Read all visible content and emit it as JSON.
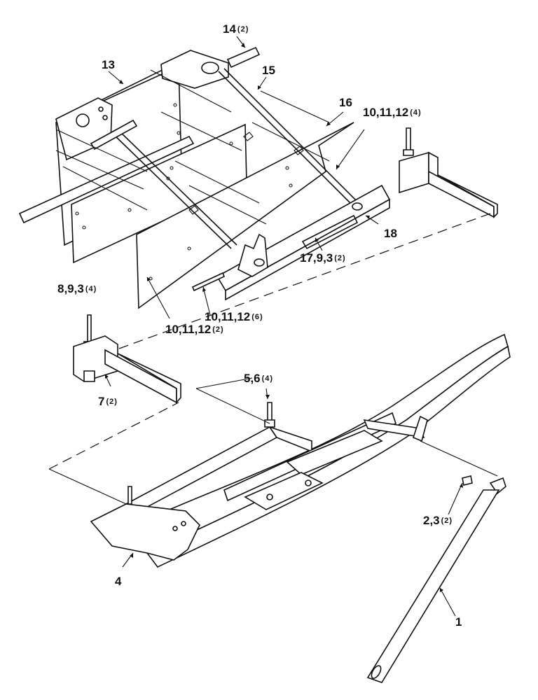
{
  "callouts": {
    "c14": {
      "num": "14",
      "qty": "(2)"
    },
    "c13": {
      "num": "13",
      "qty": ""
    },
    "c15": {
      "num": "15",
      "qty": ""
    },
    "c16": {
      "num": "16",
      "qty": ""
    },
    "c10a": {
      "num": "10,11,12",
      "qty": "(4)"
    },
    "c18": {
      "num": "18",
      "qty": ""
    },
    "c17": {
      "num": "17,9,3",
      "qty": "(2)"
    },
    "c8": {
      "num": "8,9,3",
      "qty": "(4)"
    },
    "c10b": {
      "num": "10,11,12",
      "qty": "(6)"
    },
    "c10c": {
      "num": "10,11,12",
      "qty": "(2)"
    },
    "c5": {
      "num": "5,6",
      "qty": "(4)"
    },
    "c7": {
      "num": "7",
      "qty": "(2)"
    },
    "c2": {
      "num": "2,3",
      "qty": "(2)"
    },
    "c4": {
      "num": "4",
      "qty": ""
    },
    "c1": {
      "num": "1",
      "qty": ""
    }
  },
  "colors": {
    "ink": "#111111",
    "paper": "#ffffff"
  }
}
